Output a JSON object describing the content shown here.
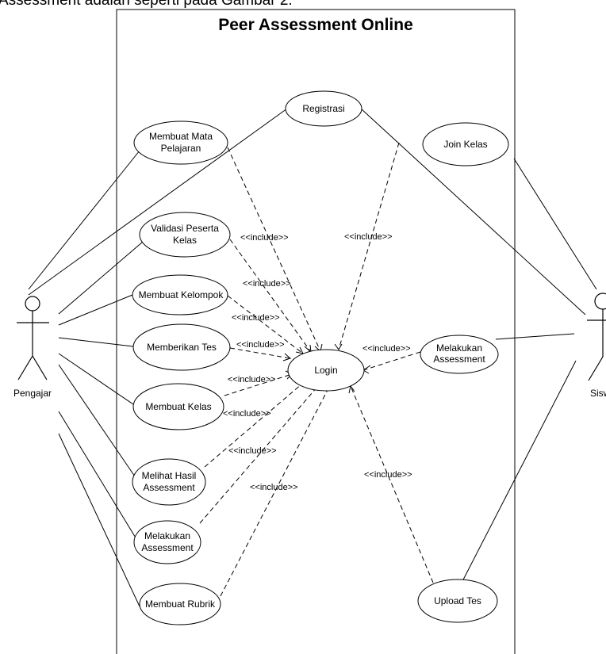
{
  "caption": "Assessment adalah seperti pada Gambar 2.",
  "system": {
    "title": "Peer Assessment Online"
  },
  "actors": {
    "pengajar": "Pengajar",
    "siswa": "Siswa"
  },
  "use_cases": {
    "registrasi": [
      "Registrasi"
    ],
    "membuat_mata_pelajaran": [
      "Membuat Mata",
      "Pelajaran"
    ],
    "validasi_peserta_kelas": [
      "Validasi Peserta",
      "Kelas"
    ],
    "membuat_kelompok": [
      "Membuat Kelompok"
    ],
    "memberikan_tes": [
      "Memberikan Tes"
    ],
    "membuat_kelas": [
      "Membuat Kelas"
    ],
    "melihat_hasil_assessment": [
      "Melihat Hasil",
      "Assessment"
    ],
    "melakukan_assessment_left": [
      "Melakukan",
      "Assessment"
    ],
    "membuat_rubrik": [
      "Membuat Rubrik"
    ],
    "login": [
      "Login"
    ],
    "join_kelas": [
      "Join Kelas"
    ],
    "melakukan_assessment_right": [
      "Melakukan",
      "Assessment"
    ],
    "upload_tes": [
      "Upload Tes"
    ]
  },
  "include_label": "<<include>>"
}
